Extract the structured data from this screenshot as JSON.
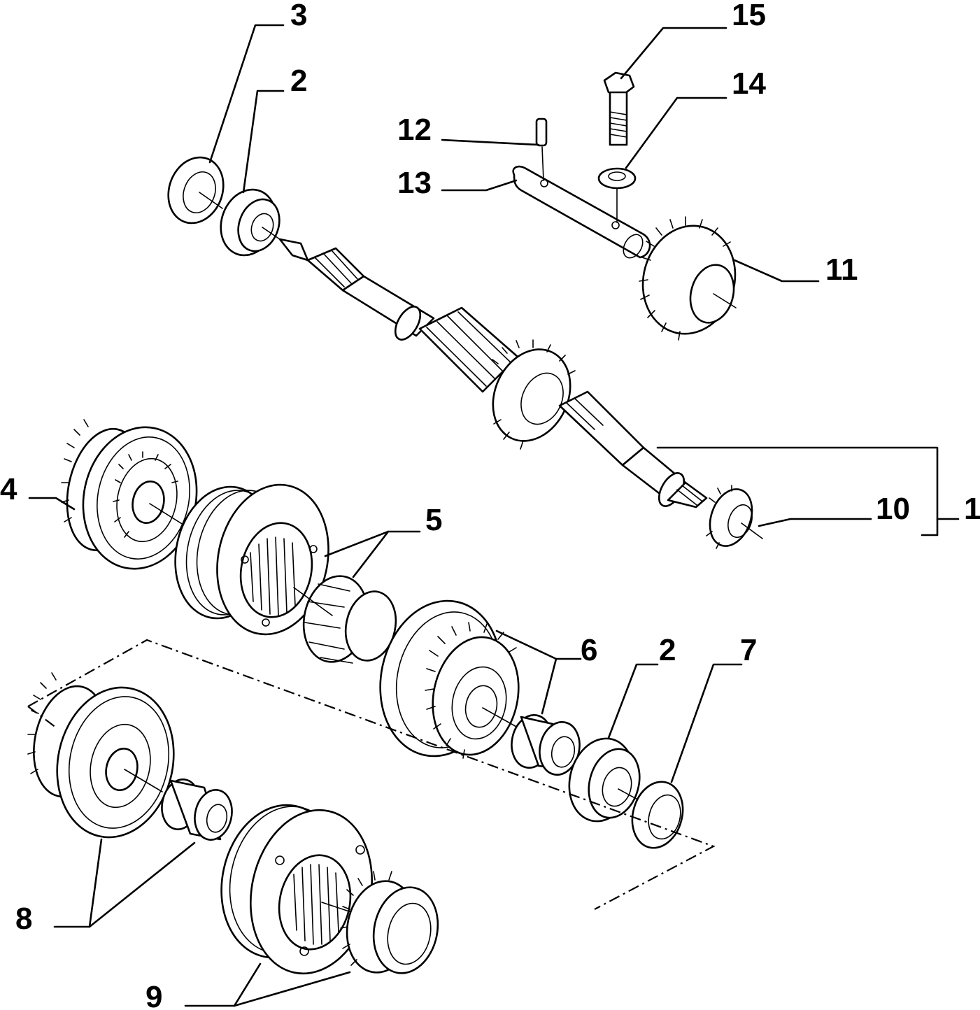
{
  "diagram": {
    "callouts": [
      {
        "id": "c1",
        "text": "1"
      },
      {
        "id": "c2a",
        "text": "2"
      },
      {
        "id": "c2b",
        "text": "2"
      },
      {
        "id": "c3",
        "text": "3"
      },
      {
        "id": "c4",
        "text": "4"
      },
      {
        "id": "c5",
        "text": "5"
      },
      {
        "id": "c6",
        "text": "6"
      },
      {
        "id": "c7",
        "text": "7"
      },
      {
        "id": "c8",
        "text": "8"
      },
      {
        "id": "c9",
        "text": "9"
      },
      {
        "id": "c10",
        "text": "10"
      },
      {
        "id": "c11",
        "text": "11"
      },
      {
        "id": "c12",
        "text": "12"
      },
      {
        "id": "c13",
        "text": "13"
      },
      {
        "id": "c14",
        "text": "14"
      },
      {
        "id": "c15",
        "text": "15"
      }
    ],
    "colors": {
      "ink": "#000000",
      "paper": "#ffffff"
    }
  }
}
